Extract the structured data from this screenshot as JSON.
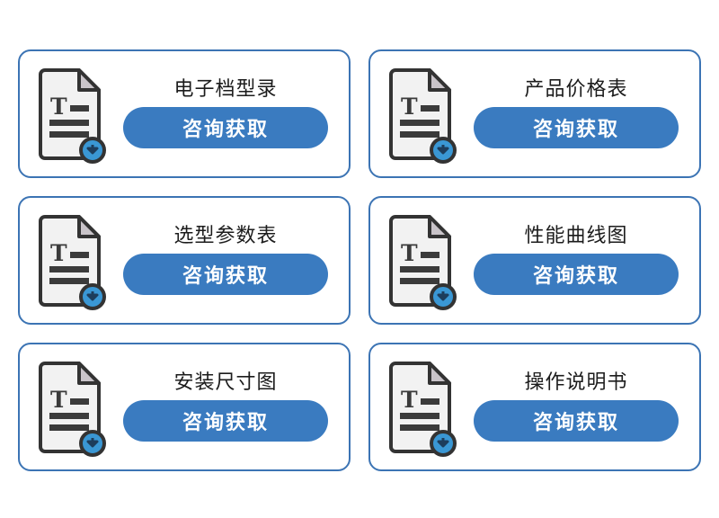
{
  "page": {
    "background_color": "#ffffff",
    "card_border_color": "#3c74b4",
    "button_color": "#3a7bc0",
    "button_text_color": "#ffffff",
    "title_color": "#1c1c1c",
    "badge_color": "#3a97d4",
    "badge_border_color": "#333333",
    "doc_page_color": "#f2f2f2",
    "doc_fold_color": "#c9c4c9",
    "doc_outline_color": "#333333",
    "doc_line_color": "#3b3b3b"
  },
  "cards": [
    {
      "title": "电子档型录",
      "button_label": "咨询获取",
      "icon": "document-download-icon"
    },
    {
      "title": "产品价格表",
      "button_label": "咨询获取",
      "icon": "document-download-icon"
    },
    {
      "title": "选型参数表",
      "button_label": "咨询获取",
      "icon": "document-download-icon"
    },
    {
      "title": "性能曲线图",
      "button_label": "咨询获取",
      "icon": "document-download-icon"
    },
    {
      "title": "安装尺寸图",
      "button_label": "咨询获取",
      "icon": "document-download-icon"
    },
    {
      "title": "操作说明书",
      "button_label": "咨询获取",
      "icon": "document-download-icon"
    }
  ]
}
